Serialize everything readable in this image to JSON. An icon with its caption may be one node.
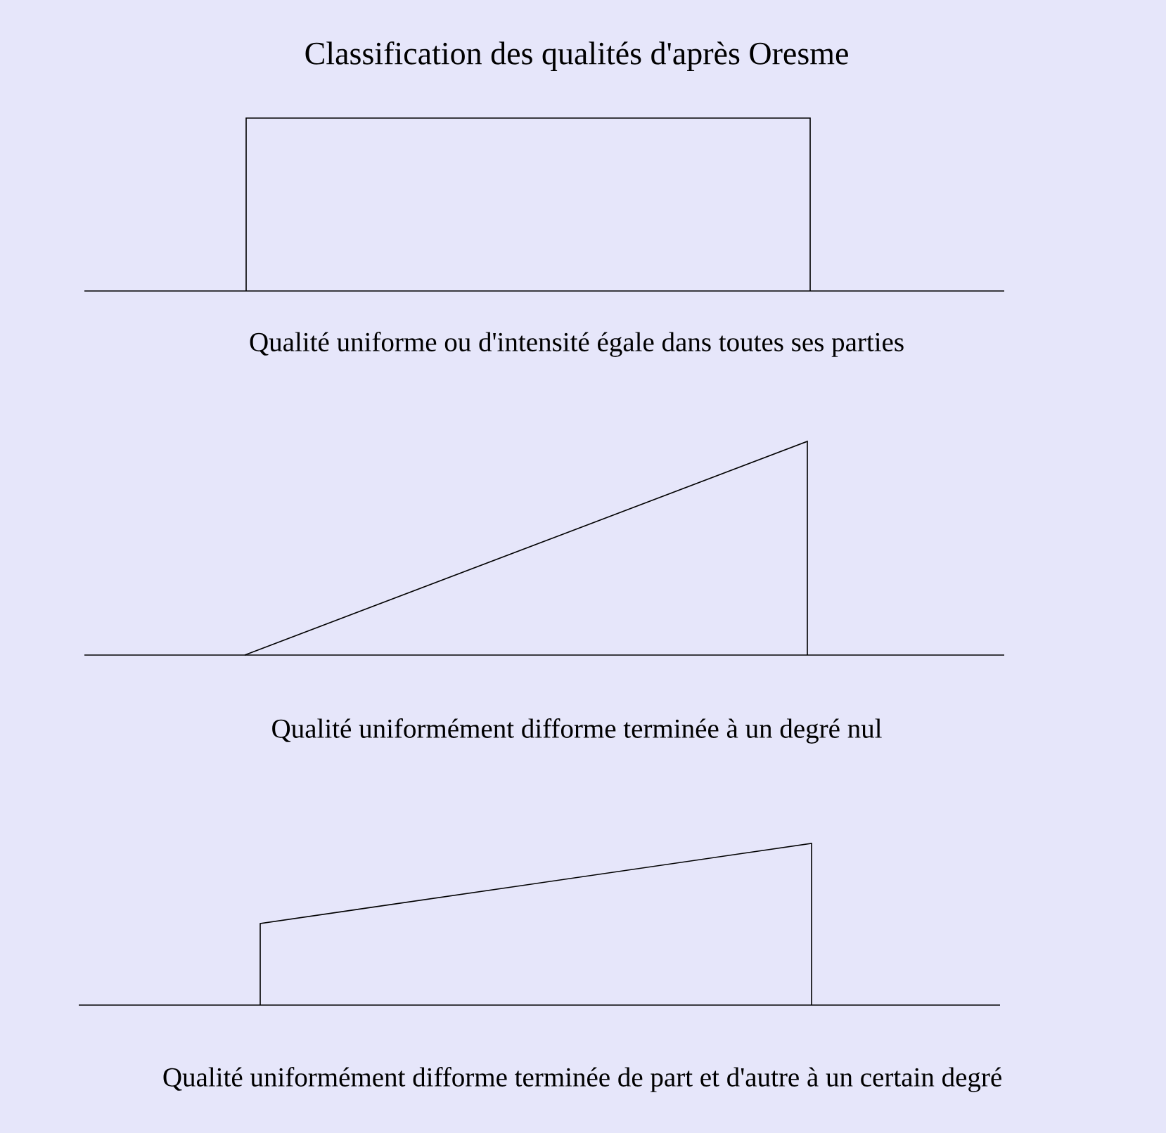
{
  "diagram": {
    "title": "Classification des qualités d'après Oresme",
    "labels": [
      "Qualité uniforme ou d'intensité égale dans toutes ses parties",
      "Qualité uniformément difforme terminée à un degré nul",
      "Qualité uniformément difforme terminée de part et d'autre à un certain degré"
    ]
  }
}
